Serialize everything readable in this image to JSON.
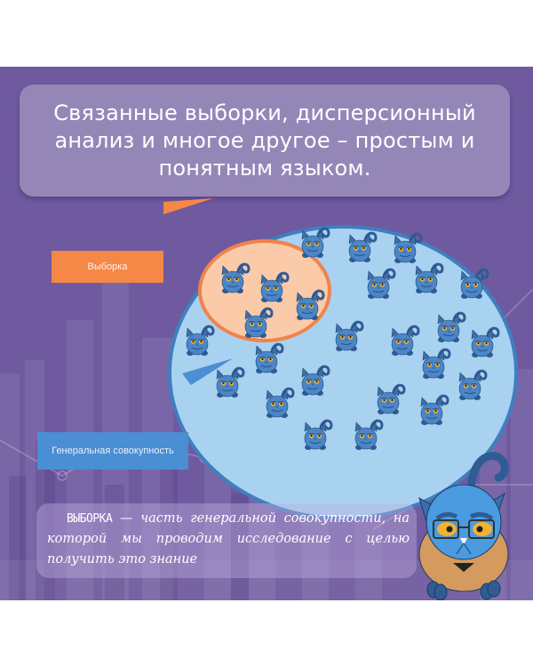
{
  "title": {
    "text": "Связанные выборки, дисперсионный анализ и многое другое – простым и понятным языком."
  },
  "diagram": {
    "sample_label": "Выборка",
    "population_label": "Генеральная совокупность",
    "sample_cat_count": 4,
    "population_cat_count": 21
  },
  "definition": {
    "term": "Выборка",
    "dash": " — ",
    "text": "часть генеральной совокупности, на которой мы проводим исследование с целью получить это знание"
  },
  "colors": {
    "background_purple": "#6f5a9f",
    "title_card": "#9487b8",
    "population_fill": "#a9d2f1",
    "population_border": "#3f7fc0",
    "sample_fill": "#fbcaa9",
    "sample_border": "#f0834b",
    "sample_label_bg": "#f58747",
    "population_label_bg": "#4a8ed3",
    "cat_blue": "#4a86c8",
    "cat_dark": "#2f5c94",
    "cat_eyes": "#f2b230",
    "mascot_body": "#d49a5e"
  },
  "icons": {
    "small_cat": "cat-icon",
    "mascot": "mascot-cat-with-glasses"
  }
}
